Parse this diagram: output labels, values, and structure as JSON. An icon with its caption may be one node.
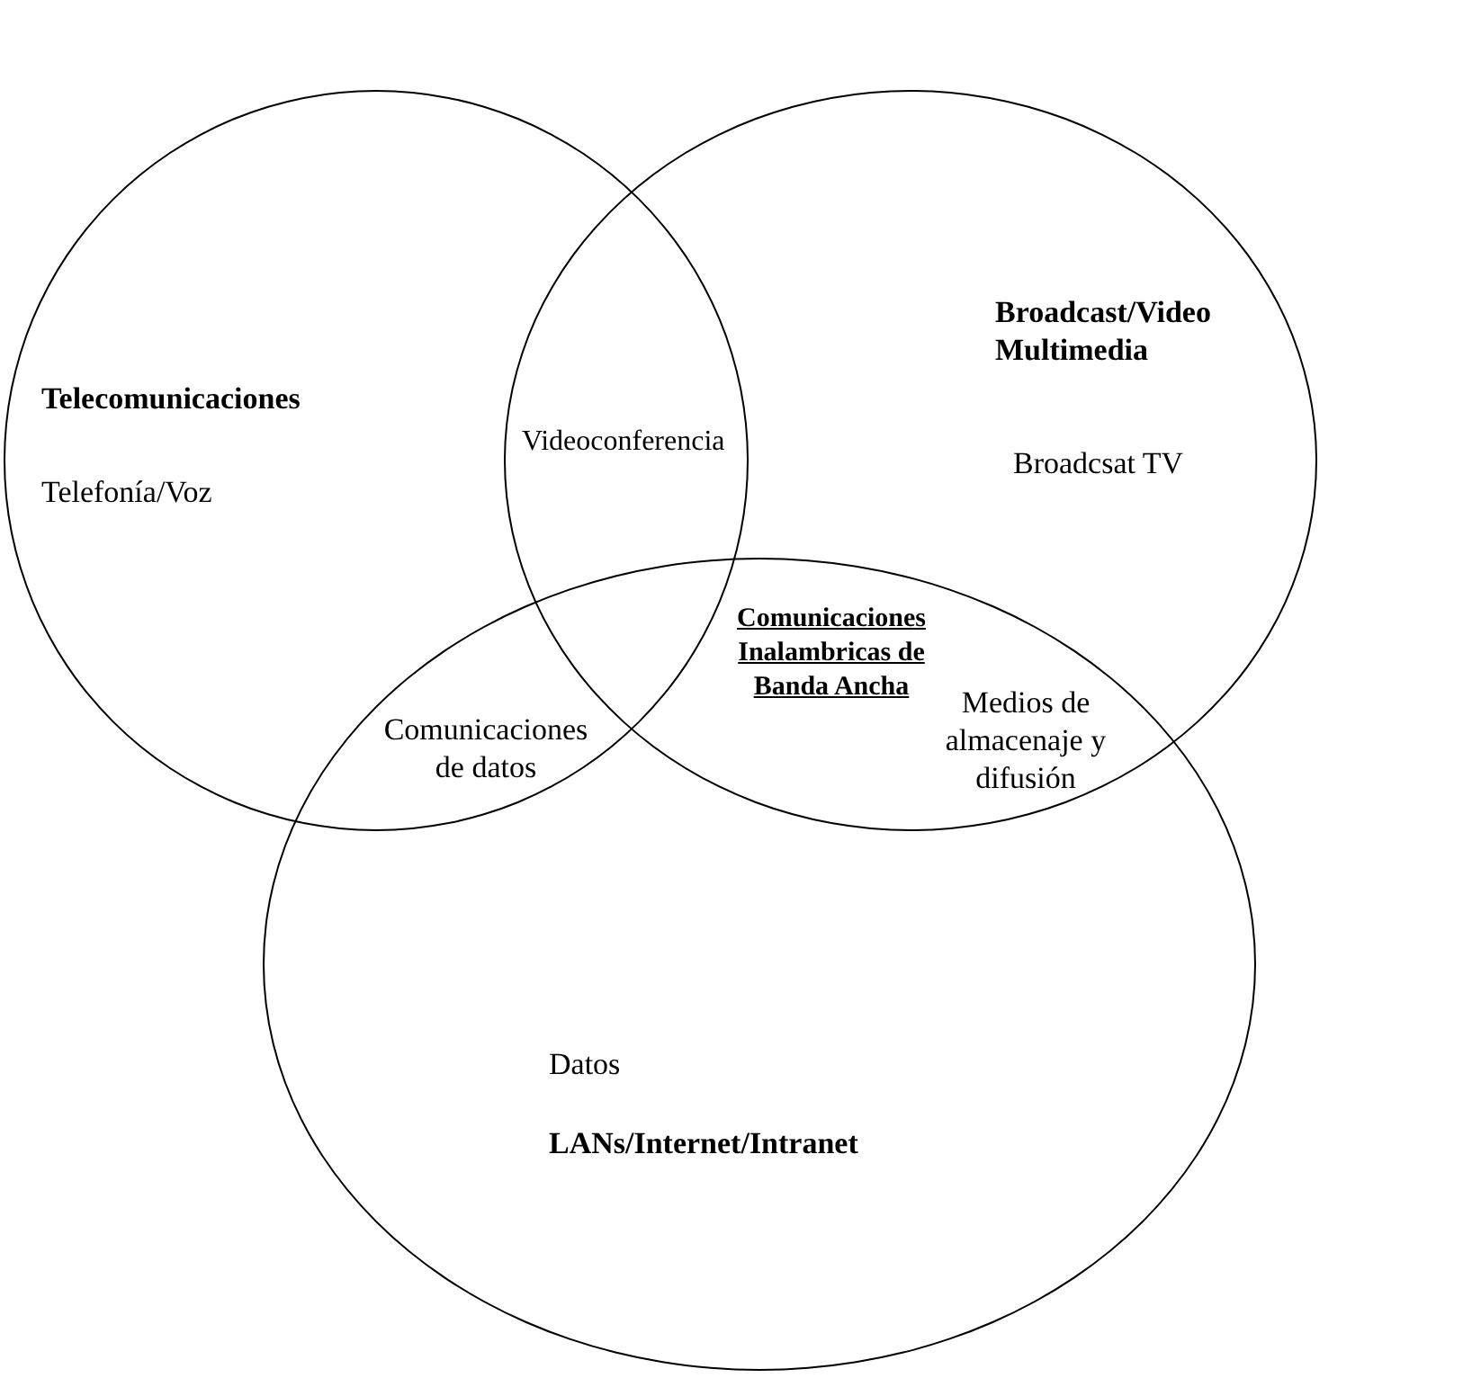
{
  "diagram": {
    "nodes": [
      {
        "text": [
          "Telecomunicaciones",
          "Telefonía/Voz"
        ]
      },
      {
        "text": [
          "Broadcast/Video Multimedia",
          "Broadcsat TV"
        ]
      },
      {
        "text": [
          "Datos",
          "LANs/Internet/Intranet"
        ]
      }
    ],
    "labels": [
      "Videoconferencia",
      "Comunicaciones Inalambricas de Banda Ancha",
      "Medios de almacenaje y difusión",
      "Comunicaciones de datos"
    ]
  }
}
